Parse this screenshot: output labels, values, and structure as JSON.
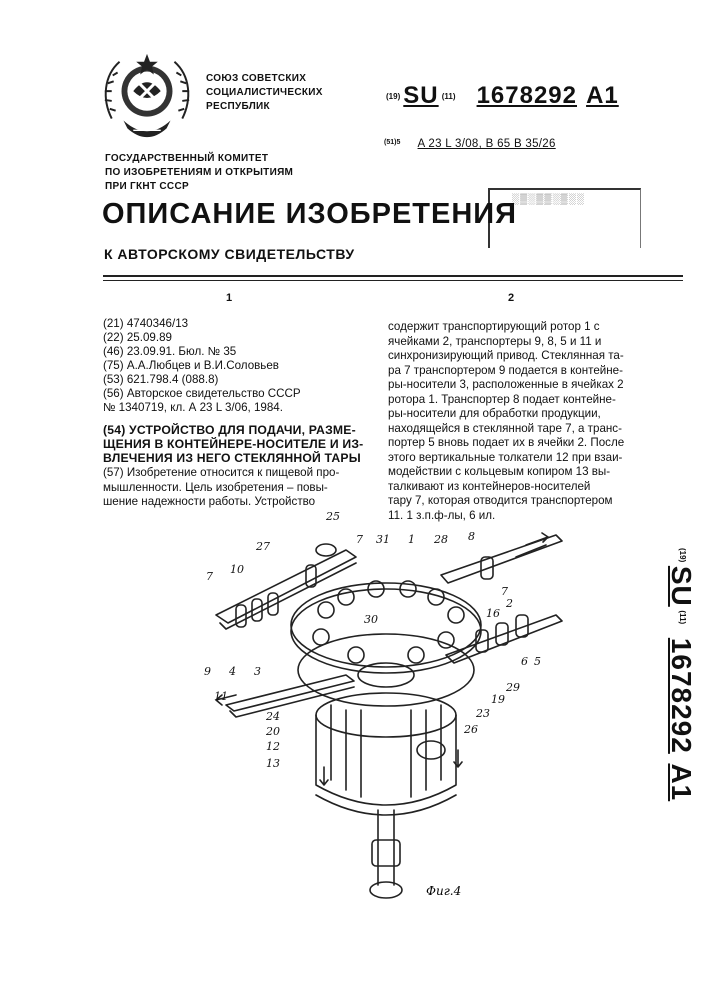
{
  "emblem": {
    "icon": "state-emblem-icon"
  },
  "union": {
    "lines": [
      "СОЮЗ СОВЕТСКИХ",
      "СОЦИАЛИСТИЧЕСКИХ",
      "РЕСПУБЛИК"
    ]
  },
  "patent": {
    "code19": "(19)",
    "country": "SU",
    "code11": "(11)",
    "number": "1678292",
    "kind": "A1",
    "code51": "(51)5",
    "ipc": "A 23 L 3/08, B 65 B 35/26"
  },
  "committee": {
    "lines": [
      "ГОСУДАРСТВЕННЫЙ КОМИТЕТ",
      "ПО ИЗОБРЕТЕНИЯМ И ОТКРЫТИЯМ",
      "ПРИ ГКНТ СССР"
    ]
  },
  "title": "ОПИСАНИЕ ИЗОБРЕТЕНИЯ",
  "subtitle": "К АВТОРСКОМУ СВИДЕТЕЛЬСТВУ",
  "columns": {
    "left": "1",
    "right": "2"
  },
  "biblio": [
    "(21) 4740346/13",
    "(22) 25.09.89",
    "(46) 23.09.91. Бюл. № 35",
    "(75) А.А.Любцев и В.И.Соловьев",
    "(53) 621.798.4 (088.8)",
    "(56) Авторское свидетельство СССР",
    "№ 1340719, кл. А 23 L 3/06, 1984."
  ],
  "invention_title": [
    "(54) УСТРОЙСТВО ДЛЯ ПОДАЧИ, РАЗМЕ-",
    "ЩЕНИЯ В КОНТЕЙНЕРЕ-НОСИТЕЛЕ И ИЗ-",
    "ВЛЕЧЕНИЯ ИЗ НЕГО СТЕКЛЯННОЙ ТАРЫ"
  ],
  "abstract_left": [
    "(57) Изобретение относится к пищевой про-",
    "мышленности. Цель изобретения – повы-",
    "шение надежности работы. Устройство"
  ],
  "abstract_right": [
    "содержит транспортирующий ротор 1 с",
    "ячейками 2, транспортеры 9, 8, 5 и 11 и",
    "синхронизирующий привод. Стеклянная та-",
    "ра 7 транспортером 9 подается в контейне-",
    "ры-носители 3, расположенные в ячейках 2",
    "ротора 1. Транспортер 8 подает контейне-",
    "ры-носители для обработки продукции,",
    "находящейся в стеклянной таре 7, а транс-",
    "портер 5 вновь подает их в ячейки 2. После",
    "этого вертикальные толкатели 12 при взаи-",
    "модействии с кольцевым копиром 13 вы-",
    "талкивают из контейнеров-носителей",
    "тару 7, которая отводится транспортером",
    "11. 1 з.п.ф-лы, 6 ил."
  ],
  "figure": {
    "caption": "Фиг.4",
    "labels": [
      "25",
      "27",
      "7",
      "31",
      "1",
      "28",
      "8",
      "10",
      "7",
      "2",
      "16",
      "30",
      "9",
      "4",
      "3",
      "6",
      "5",
      "29",
      "11",
      "19",
      "24",
      "23",
      "20",
      "26",
      "12",
      "13"
    ]
  }
}
